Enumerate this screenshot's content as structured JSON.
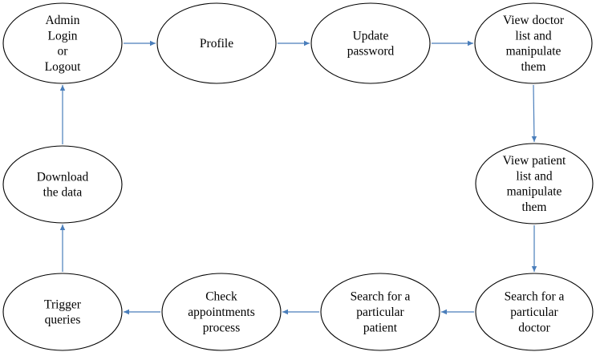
{
  "diagram": {
    "edge_color": "#4a7ebb",
    "nodes": [
      {
        "id": "admin-login",
        "lines": [
          "Admin",
          "Login",
          "or",
          "Logout"
        ]
      },
      {
        "id": "profile",
        "lines": [
          "Profile"
        ]
      },
      {
        "id": "update-password",
        "lines": [
          "Update",
          "password"
        ]
      },
      {
        "id": "view-doctor-list",
        "lines": [
          "View doctor",
          "list and",
          "manipulate",
          "them"
        ]
      },
      {
        "id": "view-patient-list",
        "lines": [
          "View patient",
          "list and",
          "manipulate",
          "them"
        ]
      },
      {
        "id": "search-doctor",
        "lines": [
          "Search for a",
          "particular",
          "doctor"
        ]
      },
      {
        "id": "search-patient",
        "lines": [
          "Search for a",
          "particular",
          "patient"
        ]
      },
      {
        "id": "check-appointments",
        "lines": [
          "Check",
          "appointments",
          "process"
        ]
      },
      {
        "id": "trigger-queries",
        "lines": [
          "Trigger",
          "queries"
        ]
      },
      {
        "id": "download-data",
        "lines": [
          "Download",
          "the data"
        ]
      }
    ],
    "edges": [
      {
        "from": "admin-login",
        "to": "profile"
      },
      {
        "from": "profile",
        "to": "update-password"
      },
      {
        "from": "update-password",
        "to": "view-doctor-list"
      },
      {
        "from": "view-doctor-list",
        "to": "view-patient-list"
      },
      {
        "from": "view-patient-list",
        "to": "search-doctor"
      },
      {
        "from": "search-doctor",
        "to": "search-patient"
      },
      {
        "from": "search-patient",
        "to": "check-appointments"
      },
      {
        "from": "check-appointments",
        "to": "trigger-queries"
      },
      {
        "from": "trigger-queries",
        "to": "download-data"
      },
      {
        "from": "download-data",
        "to": "admin-login"
      }
    ]
  }
}
